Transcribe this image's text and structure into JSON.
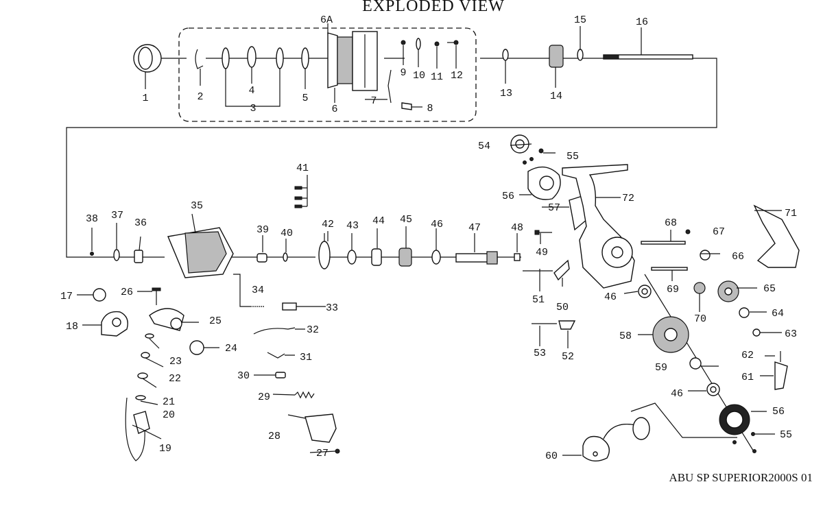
{
  "title": "EXPLODED VIEW",
  "model": "ABU SP SUPERIOR2000S 01",
  "labels": [
    "1",
    "2",
    "3",
    "4",
    "5",
    "6",
    "6A",
    "7",
    "8",
    "9",
    "10",
    "11",
    "12",
    "13",
    "14",
    "15",
    "16",
    "17",
    "18",
    "19",
    "20",
    "21",
    "22",
    "23",
    "24",
    "25",
    "26",
    "27",
    "28",
    "29",
    "30",
    "31",
    "32",
    "33",
    "34",
    "35",
    "36",
    "37",
    "38",
    "39",
    "40",
    "41",
    "42",
    "43",
    "44",
    "45",
    "46",
    "46",
    "46",
    "47",
    "48",
    "49",
    "50",
    "51",
    "52",
    "53",
    "54",
    "55",
    "55",
    "56",
    "56",
    "57",
    "58",
    "59",
    "60",
    "61",
    "62",
    "63",
    "64",
    "65",
    "66",
    "67",
    "68",
    "69",
    "70",
    "71",
    "72"
  ]
}
